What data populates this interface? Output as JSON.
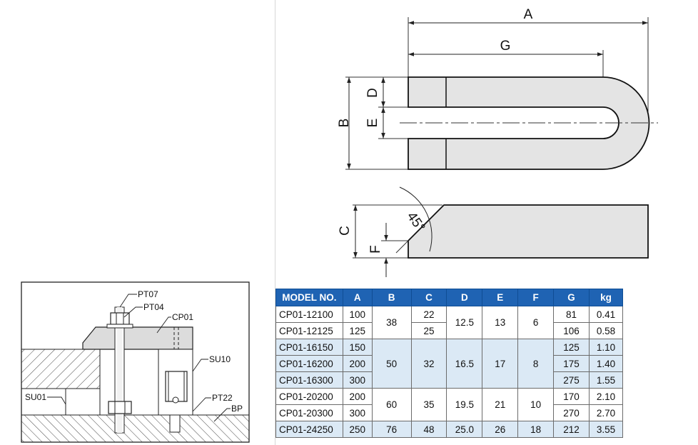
{
  "dimension_labels": {
    "A": "A",
    "G": "G",
    "B": "B",
    "D": "D",
    "E": "E",
    "C": "C",
    "F": "F",
    "angle": "45°"
  },
  "assembly_labels": {
    "pt07": "PT07",
    "pt04": "PT04",
    "cp01": "CP01",
    "su10": "SU10",
    "su01": "SU01",
    "pt22": "PT22",
    "bp": "BP"
  },
  "table": {
    "headers": [
      "MODEL NO.",
      "A",
      "B",
      "C",
      "D",
      "E",
      "F",
      "G",
      "kg"
    ],
    "groups": [
      {
        "B": "38",
        "D": "12.5",
        "E": "13",
        "F": "6",
        "rows": [
          {
            "model": "CP01-12100",
            "A": "100",
            "C": "22",
            "G": "81",
            "kg": "0.41"
          },
          {
            "model": "CP01-12125",
            "A": "125",
            "C": "25",
            "G": "106",
            "kg": "0.58"
          }
        ]
      },
      {
        "B": "50",
        "C": "32",
        "D": "16.5",
        "E": "17",
        "F": "8",
        "rows": [
          {
            "model": "CP01-16150",
            "A": "150",
            "G": "125",
            "kg": "1.10"
          },
          {
            "model": "CP01-16200",
            "A": "200",
            "G": "175",
            "kg": "1.40"
          },
          {
            "model": "CP01-16300",
            "A": "300",
            "G": "275",
            "kg": "1.55"
          }
        ]
      },
      {
        "B": "60",
        "C": "35",
        "D": "19.5",
        "E": "21",
        "F": "10",
        "rows": [
          {
            "model": "CP01-20200",
            "A": "200",
            "G": "170",
            "kg": "2.10"
          },
          {
            "model": "CP01-20300",
            "A": "300",
            "G": "270",
            "kg": "2.70"
          }
        ]
      },
      {
        "B": "76",
        "C": "48",
        "D": "25.0",
        "E": "26",
        "F": "18",
        "rows": [
          {
            "model": "CP01-24250",
            "A": "250",
            "G": "212",
            "kg": "3.55"
          }
        ]
      }
    ]
  }
}
